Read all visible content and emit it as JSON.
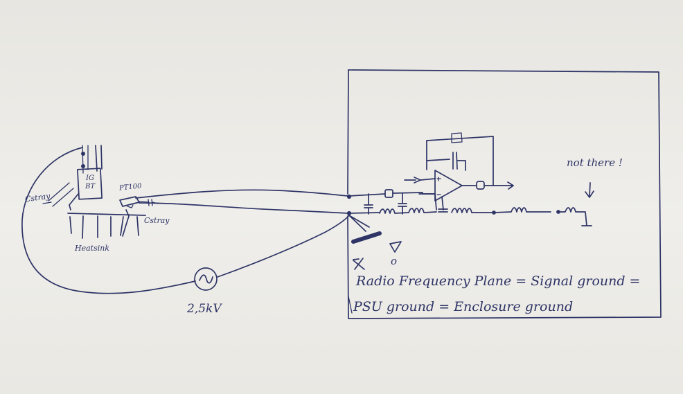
{
  "labels": {
    "c_stray_left": "Cstray",
    "igbt": "IG BT",
    "pt100": "PT100",
    "c_stray_right": "Cstray",
    "heatsink": "Heatsink",
    "voltage": "2,5kV",
    "not_there": "not there !",
    "note_line1": "Radio Frequency Plane = Signal ground =",
    "note_line2": "PSU ground = Enclosure ground",
    "small_o": "o"
  },
  "colors": {
    "ink": "#2e3466",
    "paper": "#ecebe6"
  },
  "icons": {
    "source": "ac-source-icon",
    "ground": "ground-symbol-icon",
    "opamp": "op-amp-icon",
    "arrow": "down-arrow-icon"
  }
}
